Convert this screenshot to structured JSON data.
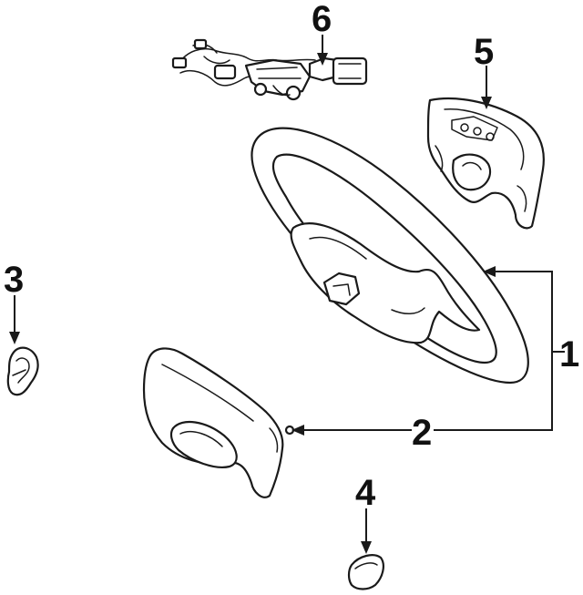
{
  "callouts": [
    {
      "id": "1",
      "label": "1"
    },
    {
      "id": "2",
      "label": "2"
    },
    {
      "id": "3",
      "label": "3"
    },
    {
      "id": "4",
      "label": "4"
    },
    {
      "id": "5",
      "label": "5"
    },
    {
      "id": "6",
      "label": "6"
    }
  ],
  "colors": {
    "ink": "#1a1a1a",
    "paper": "#ffffff"
  },
  "icons": [
    "steering-wheel-icon",
    "lower-cover-icon",
    "clip-icon",
    "cap-icon",
    "airbag-module-icon",
    "wiring-harness-icon"
  ]
}
